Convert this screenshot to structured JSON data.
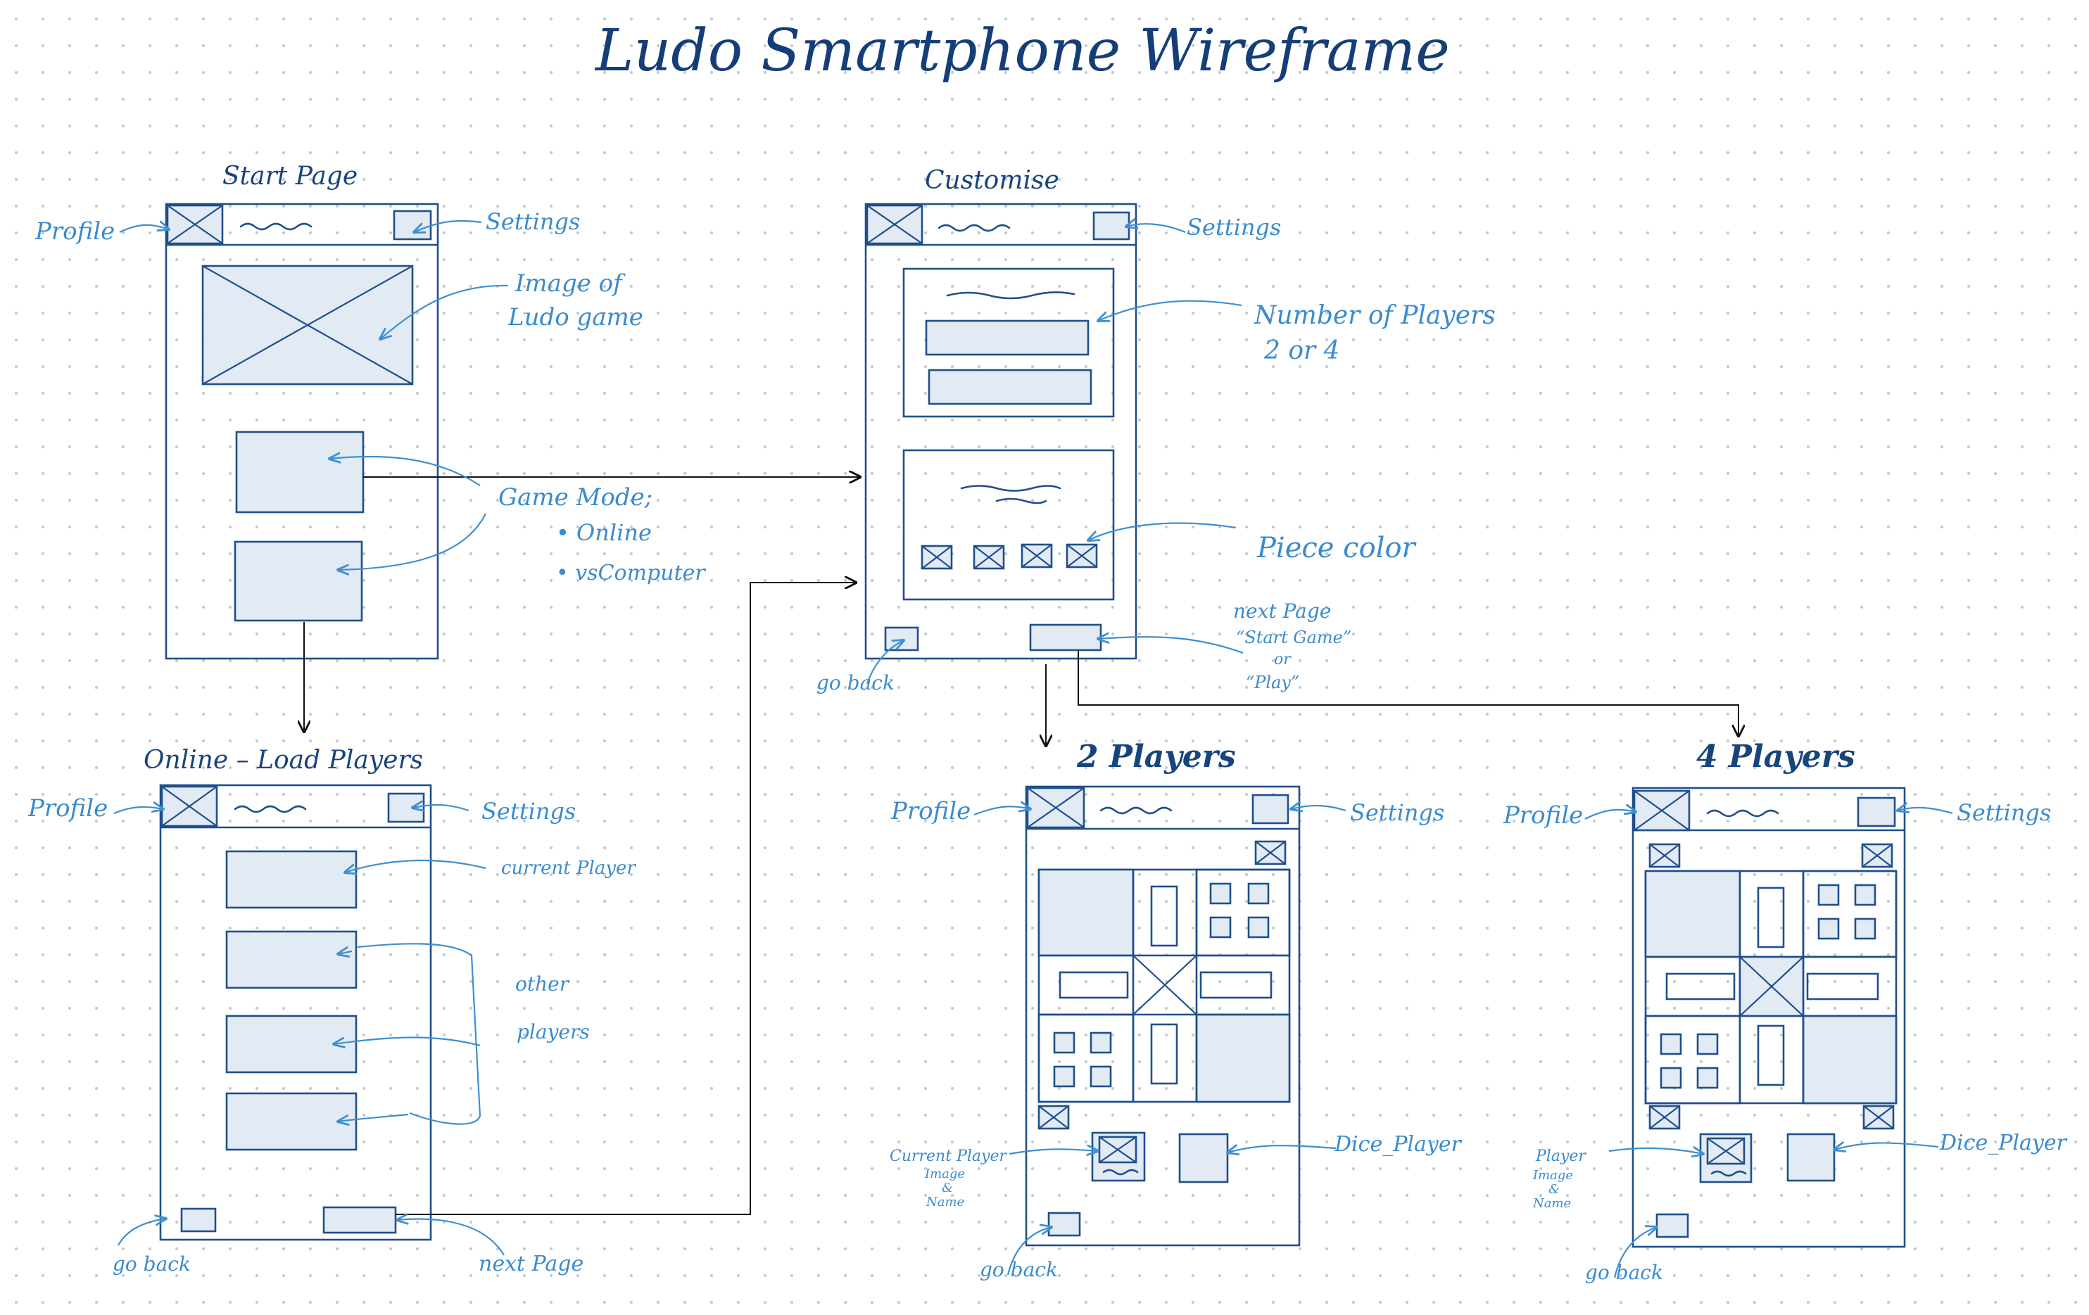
{
  "title": "Ludo Smartphone Wireframe",
  "colors": {
    "ink": "#1f4f8c",
    "fill": "#e2eaf4",
    "annotation": "#3a8bcf",
    "arrow": "#111111",
    "dots": "#c4c9d0"
  },
  "screens": {
    "start": {
      "heading": "Start Page"
    },
    "customise": {
      "heading": "Customise"
    },
    "online": {
      "heading": "Online – Load Players"
    },
    "two_players": {
      "heading": "2 Players"
    },
    "four_players": {
      "heading": "4 Players"
    }
  },
  "annotations": {
    "start_profile": "Profile",
    "start_settings": "Settings",
    "image_line1": "Image of",
    "image_line2": "Ludo game",
    "game_mode_line1": "Game Mode;",
    "game_mode_line2": "• Online",
    "game_mode_line3": "• vsComputer",
    "customise_settings": "Settings",
    "num_players_line1": "Number of Players",
    "num_players_line2": "2 or 4",
    "piece_color": "Piece color",
    "customise_go_back": "go back",
    "next_page_line1": "next Page",
    "next_page_line2": "“Start Game”",
    "next_page_line3": "or",
    "next_page_line4": "“Play”",
    "online_profile": "Profile",
    "online_settings": "Settings",
    "current_player": "current Player",
    "other_players_line1": "other",
    "other_players_line2": "players",
    "online_go_back": "go back",
    "online_next_page": "next Page",
    "p2_profile": "Profile",
    "p2_settings": "Settings",
    "p2_current_line1": "Current Player",
    "p2_current_line2": "Image",
    "p2_current_line3": "&",
    "p2_current_line4": "Name",
    "p2_dice": "Dice_Player",
    "p2_go_back": "go back",
    "p4_profile": "Profile",
    "p4_settings": "Settings",
    "p4_player_line1": "Player",
    "p4_player_line2": "Image",
    "p4_player_line3": "&",
    "p4_player_line4": "Name",
    "p4_dice": "Dice_Player",
    "p4_go_back": "go back"
  }
}
